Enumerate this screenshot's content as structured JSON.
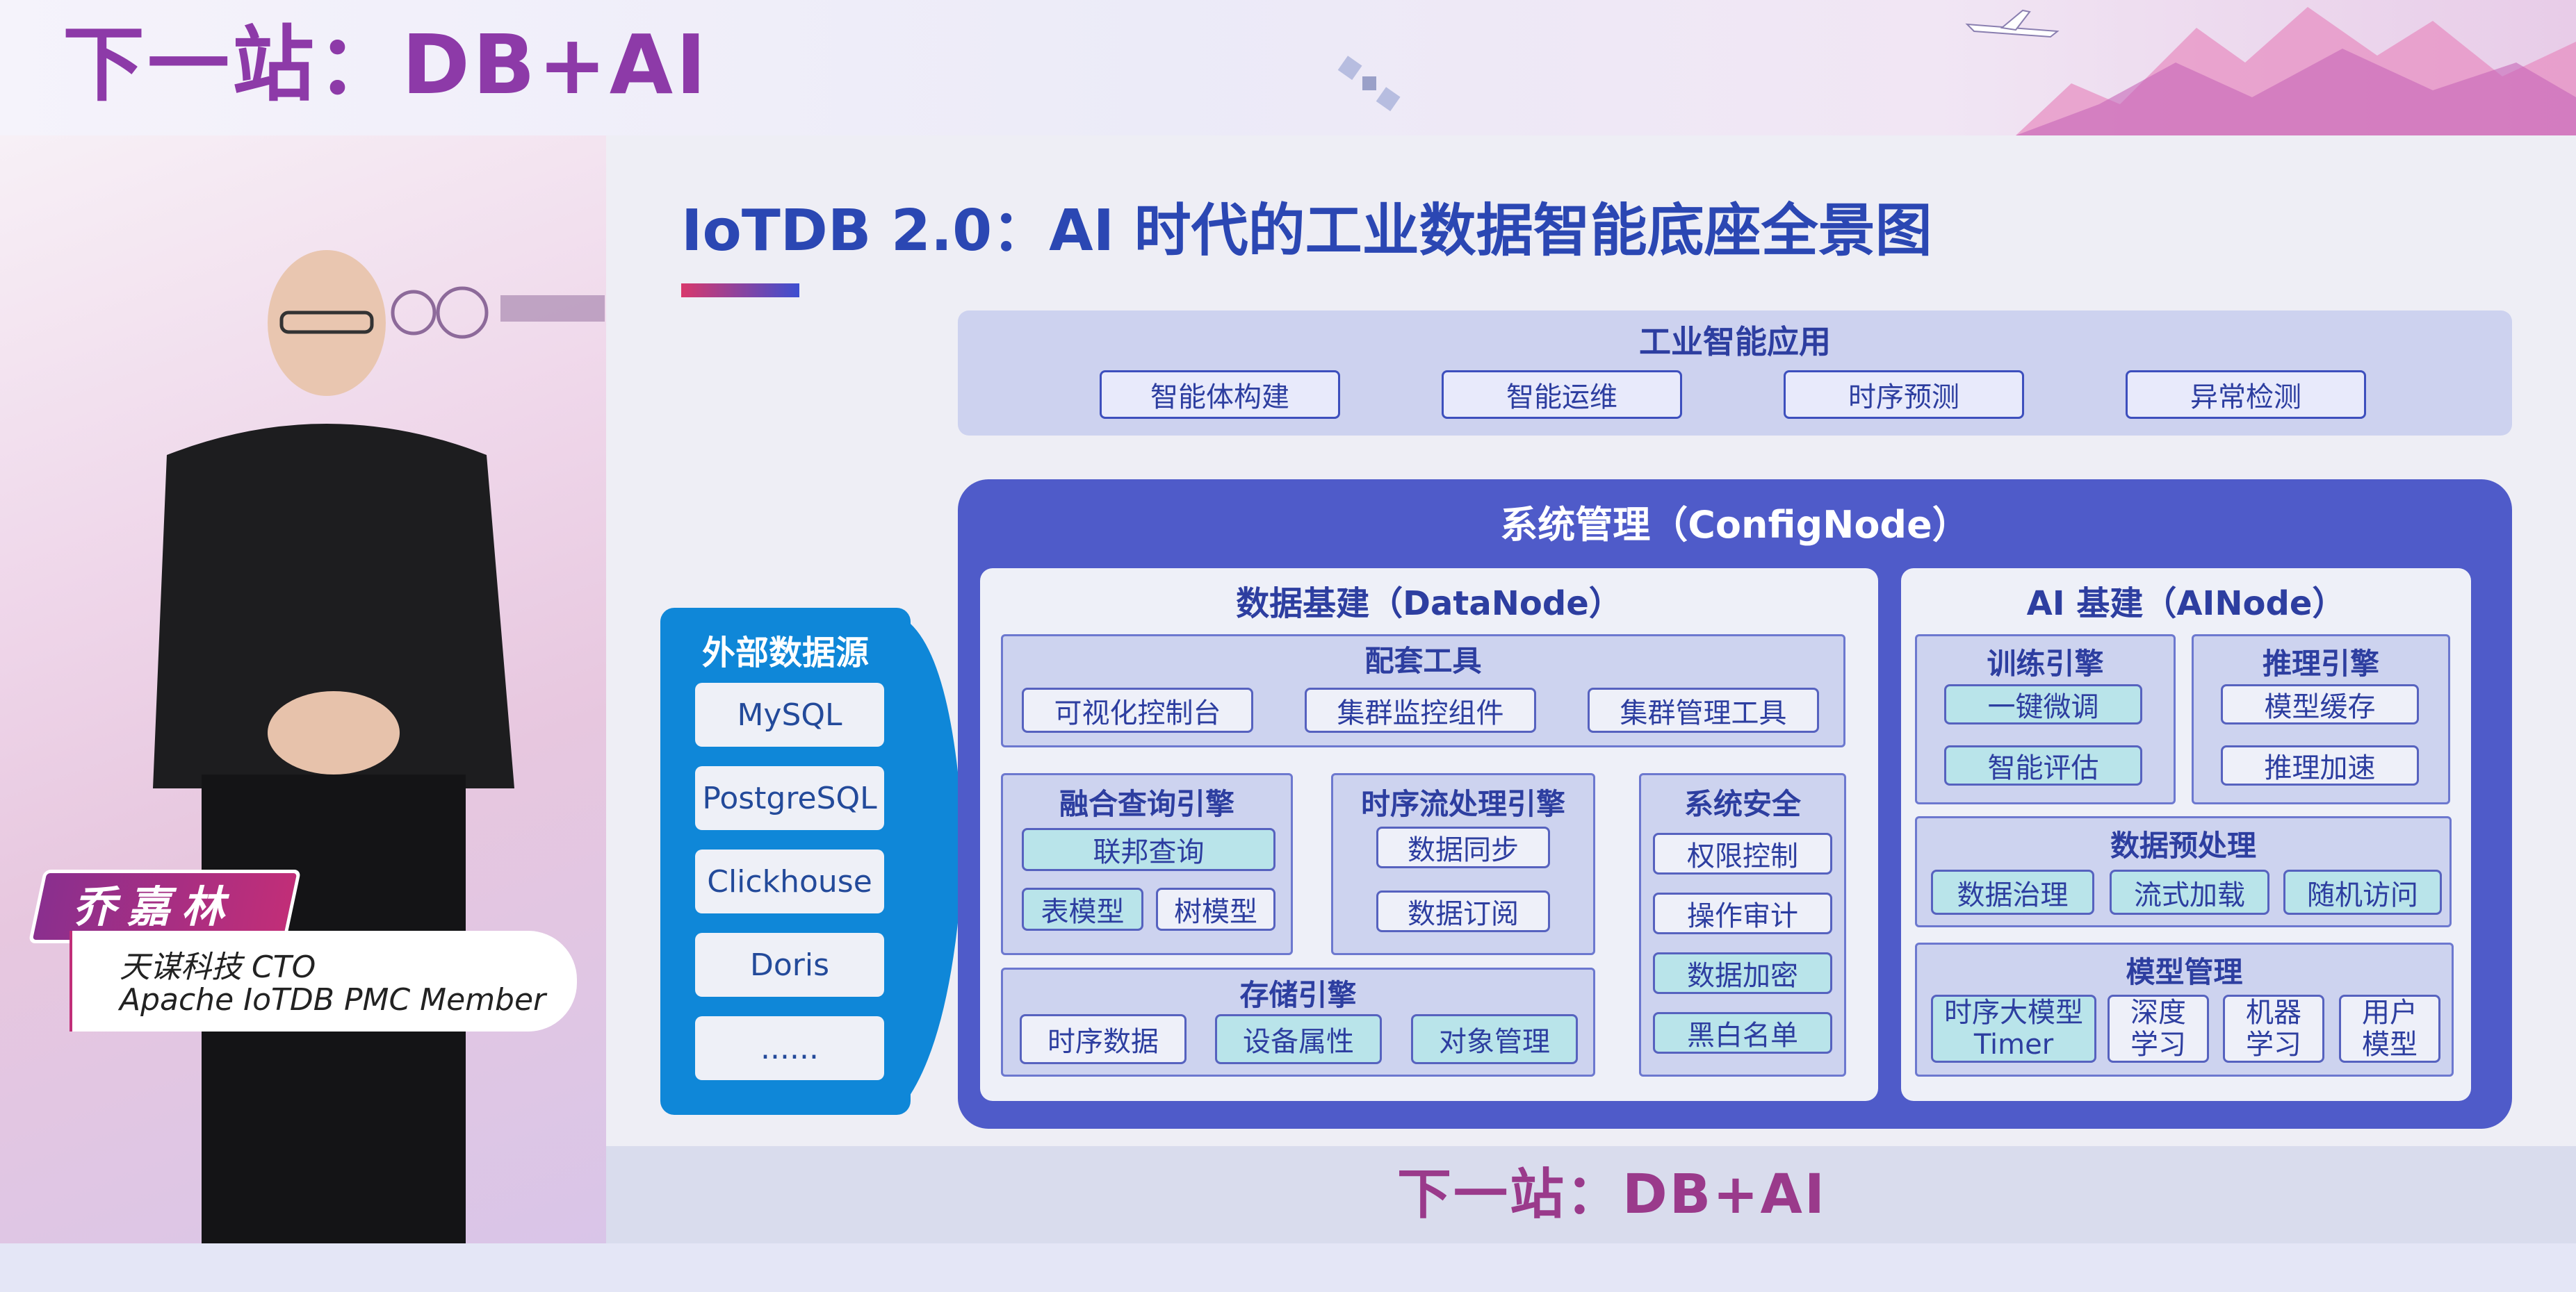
{
  "banner": {
    "title": "下一站：DB+AI"
  },
  "speaker": {
    "name": "乔嘉林",
    "role_line1": "天谋科技 CTO",
    "role_line2": "Apache IoTDB PMC Member"
  },
  "slide": {
    "title": "IoTDB 2.0：AI 时代的工业数据智能底座全景图",
    "apps": {
      "title": "工业智能应用",
      "items": [
        "智能体构建",
        "智能运维",
        "时序预测",
        "异常检测"
      ]
    },
    "external": {
      "title": "外部数据源",
      "items": [
        "MySQL",
        "PostgreSQL",
        "Clickhouse",
        "Doris",
        "......"
      ]
    },
    "system": {
      "title": "系统管理（ConfigNode）"
    },
    "datanode": {
      "title": "数据基建（DataNode）",
      "tools": {
        "title": "配套工具",
        "items": [
          "可视化控制台",
          "集群监控组件",
          "集群管理工具"
        ]
      },
      "query": {
        "title": "融合查询引擎",
        "items": [
          "联邦查询",
          "表模型",
          "树模型"
        ]
      },
      "stream": {
        "title": "时序流处理引擎",
        "items": [
          "数据同步",
          "数据订阅"
        ]
      },
      "security": {
        "title": "系统安全",
        "items": [
          "权限控制",
          "操作审计",
          "数据加密",
          "黑白名单"
        ]
      },
      "storage": {
        "title": "存储引擎",
        "items": [
          "时序数据",
          "设备属性",
          "对象管理"
        ]
      }
    },
    "ainode": {
      "title": "AI 基建（AINode）",
      "training": {
        "title": "训练引擎",
        "items": [
          "一键微调",
          "智能评估"
        ]
      },
      "inference": {
        "title": "推理引擎",
        "items": [
          "模型缓存",
          "推理加速"
        ]
      },
      "preprocess": {
        "title": "数据预处理",
        "items": [
          "数据治理",
          "流式加载",
          "随机访问"
        ]
      },
      "models": {
        "title": "模型管理",
        "items": [
          {
            "line1": "时序大模型",
            "line2": "Timer"
          },
          {
            "line1": "深度",
            "line2": "学习"
          },
          {
            "line1": "机器",
            "line2": "学习"
          },
          {
            "line1": "用户",
            "line2": "模型"
          }
        ]
      }
    },
    "footer_title": "下一站：DB+AI"
  },
  "colors": {
    "accent": "#4f5bc9",
    "brand": "#9a3a8b",
    "external": "#0f87d8",
    "teal": "#b9e4ea"
  }
}
